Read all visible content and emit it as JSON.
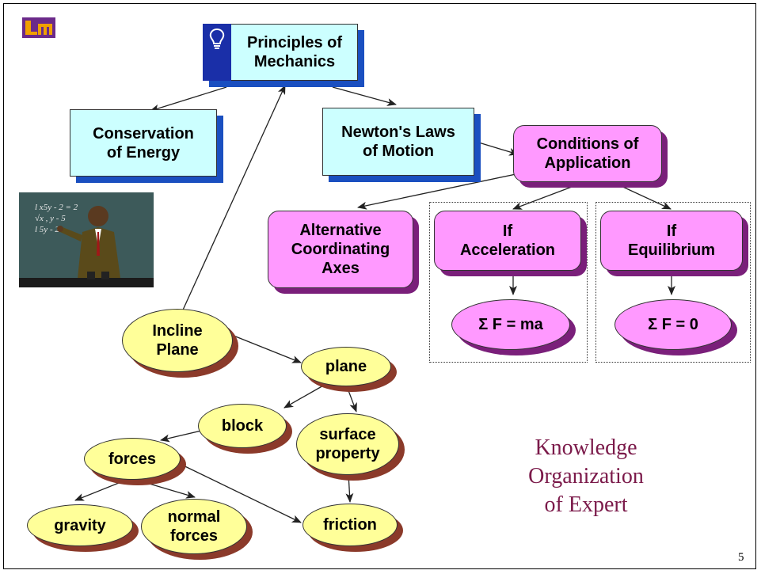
{
  "title": "Principles of Mechanics",
  "nodes": {
    "conservation": "Conservation\nof Energy",
    "newton": "Newton's Laws\nof Motion",
    "conditions": "Conditions of\nApplication",
    "alternative": "Alternative\nCoordinating\nAxes",
    "if_acceleration": "If\nAcceleration",
    "if_equilibrium": "If\nEquilibrium",
    "sum_ma": "Σ F = ma",
    "sum_zero": "Σ F = 0",
    "incline": "Incline\nPlane",
    "plane": "plane",
    "block": "block",
    "surface": "surface\nproperty",
    "forces": "forces",
    "gravity": "gravity",
    "normal": "normal\nforces",
    "friction": "friction"
  },
  "caption": "Knowledge\nOrganization\nof Expert",
  "page_number": "5",
  "icons": {
    "logo": "lsu-logo-icon",
    "bulb": "lightbulb-icon",
    "teacher": "teacher-clipart-icon"
  },
  "colors": {
    "cyan": "#ccffff",
    "pink": "#ff99ff",
    "yellow": "#ffff99",
    "caption": "#7b1a4a"
  }
}
